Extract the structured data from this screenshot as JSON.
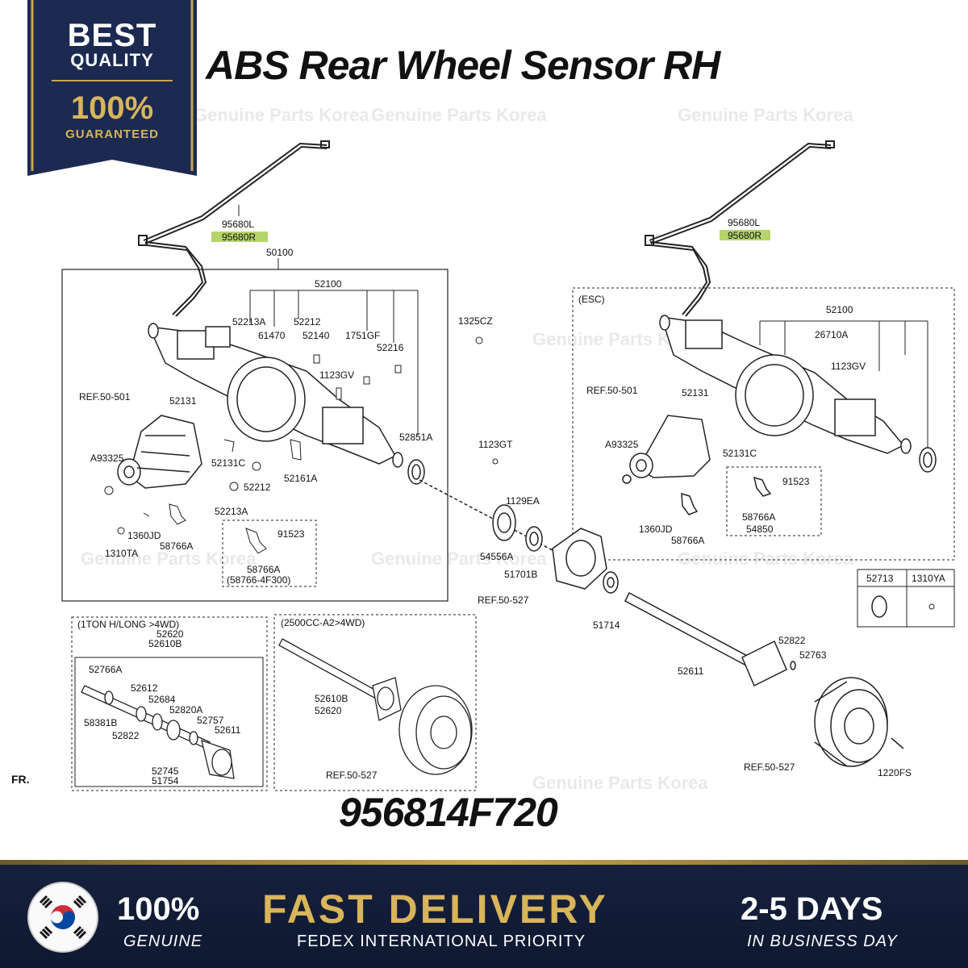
{
  "badge": {
    "line1": "BEST",
    "line2": "QUALITY",
    "line3": "100%",
    "line4": "GUARANTEED"
  },
  "title": "ABS Rear Wheel Sensor RH",
  "watermark": "Genuine Parts Korea",
  "part_number": "956814F720",
  "orientation_label": "FR.",
  "diagram_labels": {
    "left_sensor_l": "95680L",
    "left_sensor_r": "95680R",
    "right_sensor_l": "95680L",
    "right_sensor_r": "95680R",
    "axle_assy": "50100",
    "housing": "52100",
    "housing_esc": "52100",
    "esc_note": "(ESC)",
    "l52213A": "52213A",
    "l61470": "61470",
    "l52212": "52212",
    "l52140": "52140",
    "l1751GF": "1751GF",
    "l52216": "52216",
    "l1325CZ": "1325CZ",
    "l1123GV": "1123GV",
    "lref501": "REF.50-501",
    "l52131": "52131",
    "lA93325": "A93325",
    "l52851A": "52851A",
    "l52131C": "52131C",
    "l52212b": "52212",
    "l52161A": "52161A",
    "l1123GT": "1123GT",
    "l52213Ab": "52213A",
    "l1360JD": "1360JD",
    "l58766A": "58766A",
    "l1310TA": "1310TA",
    "l91523": "91523",
    "l58766Ab": "58766A",
    "l587664F300": "(58766-4F300)",
    "l1129EA": "1129EA",
    "l54556A": "54556A",
    "l51701B": "51701B",
    "lref527": "REF.50-527",
    "l51714": "51714",
    "l52611": "52611",
    "l52822": "52822",
    "l52763": "52763",
    "lref527b": "REF.50-527",
    "l1220FS": "1220FS",
    "r26710A": "26710A",
    "r1123GV": "1123GV",
    "rref501": "REF.50-501",
    "r52131": "52131",
    "rA93325": "A93325",
    "r52131C": "52131C",
    "r91523": "91523",
    "r58766A": "58766A",
    "r54850": "54850",
    "r1360JD": "1360JD",
    "r58766Ab": "58766A",
    "t52713": "52713",
    "t1310YA": "1310YA",
    "box1_title": "(1TON H/LONG >4WD)",
    "box1_52620": "52620",
    "box1_52610B": "52610B",
    "b1_52766A": "52766A",
    "b1_52612": "52612",
    "b1_52684": "52684",
    "b1_58381B": "58381B",
    "b1_52820A": "52820A",
    "b1_52822": "52822",
    "b1_52757": "52757",
    "b1_52611": "52611",
    "b1_52745": "52745",
    "b1_51754": "51754",
    "box2_title": "(2500CC-A2>4WD)",
    "b2_52610B": "52610B",
    "b2_52620": "52620",
    "b2_ref": "REF.50-527"
  },
  "banner": {
    "genuine_big": "100%",
    "genuine_small": "GENUINE",
    "delivery_big": "FAST DELIVERY",
    "delivery_small": "FEDEX INTERNATIONAL PRIORITY",
    "days_big": "2-5 DAYS",
    "days_small": "IN BUSINESS DAY"
  },
  "colors": {
    "highlight": "#b5d56a",
    "navy": "#16213e",
    "gold": "#caa850"
  },
  "icons": {
    "flag": "korea-flag-icon"
  }
}
